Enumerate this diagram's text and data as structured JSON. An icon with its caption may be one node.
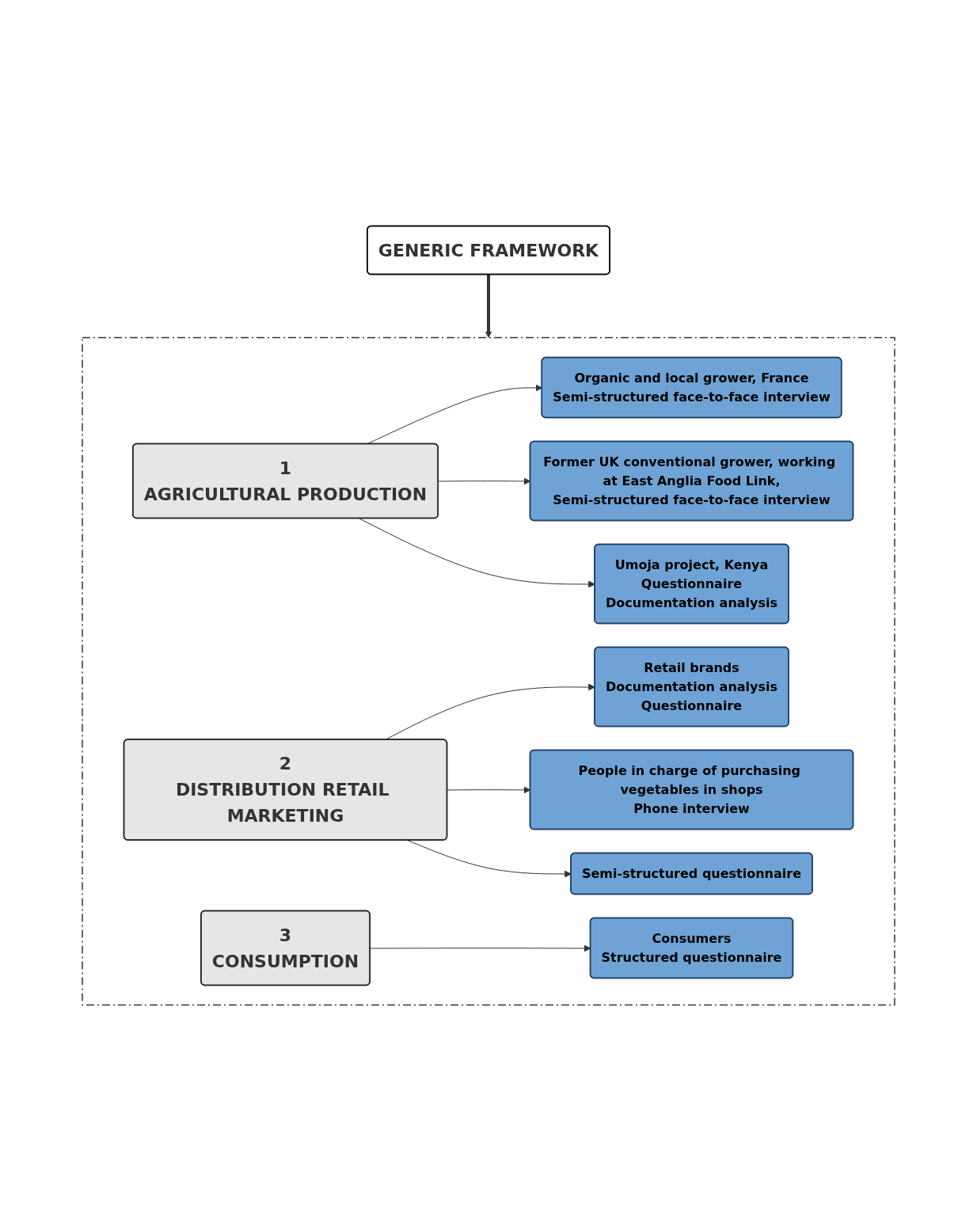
{
  "diagram": {
    "nodes": [
      {
        "text": [
          "GENERIC FRAMEWORK"
        ]
      },
      {
        "text": [],
        "shape": "box"
      },
      {
        "text": [
          "1",
          "AGRICULTURAL PRODUCTION"
        ],
        "in": 1
      },
      {
        "text": [
          "Organic and local grower, France",
          "Semi-structured face-to-face interview"
        ],
        "in": 1
      },
      {
        "text": [
          "Former UK conventional grower, working at East Anglia Food Link,",
          "Semi-structured face-to-face interview"
        ],
        "in": 1
      },
      {
        "text": [
          "Umoja project, Kenya",
          "Questionnaire",
          "Documentation analysis"
        ],
        "in": 1
      },
      {
        "text": [
          "2",
          "DISTRIBUTION RETAIL MARKETING"
        ],
        "in": 1
      },
      {
        "text": [
          "Retail brands",
          "Documentation analysis",
          "Questionnaire"
        ],
        "in": 1
      },
      {
        "text": [
          "People in charge of purchasing vegetables in shops",
          "Phone interview"
        ],
        "in": 1
      },
      {
        "text": [
          "Semi-structured questionnaire"
        ],
        "in": 1
      },
      {
        "text": [
          "3",
          "CONSUMPTION"
        ],
        "in": 1
      },
      {
        "text": [
          "Consumers",
          "Structured questionnaire"
        ],
        "in": 1
      }
    ],
    "edges": [
      {
        "from": 0,
        "to": 1,
        "arrow": "to",
        "style": "thick"
      },
      {
        "from": 2,
        "to": 3,
        "arrow": "to"
      },
      {
        "from": 2,
        "to": 4,
        "arrow": "to"
      },
      {
        "from": 2,
        "to": 5,
        "arrow": "to"
      },
      {
        "from": 6,
        "to": 7,
        "arrow": "to"
      },
      {
        "from": 6,
        "to": 8,
        "arrow": "to"
      },
      {
        "from": 6,
        "to": 9,
        "arrow": "to"
      },
      {
        "from": 10,
        "to": 11,
        "arrow": "to"
      }
    ]
  }
}
